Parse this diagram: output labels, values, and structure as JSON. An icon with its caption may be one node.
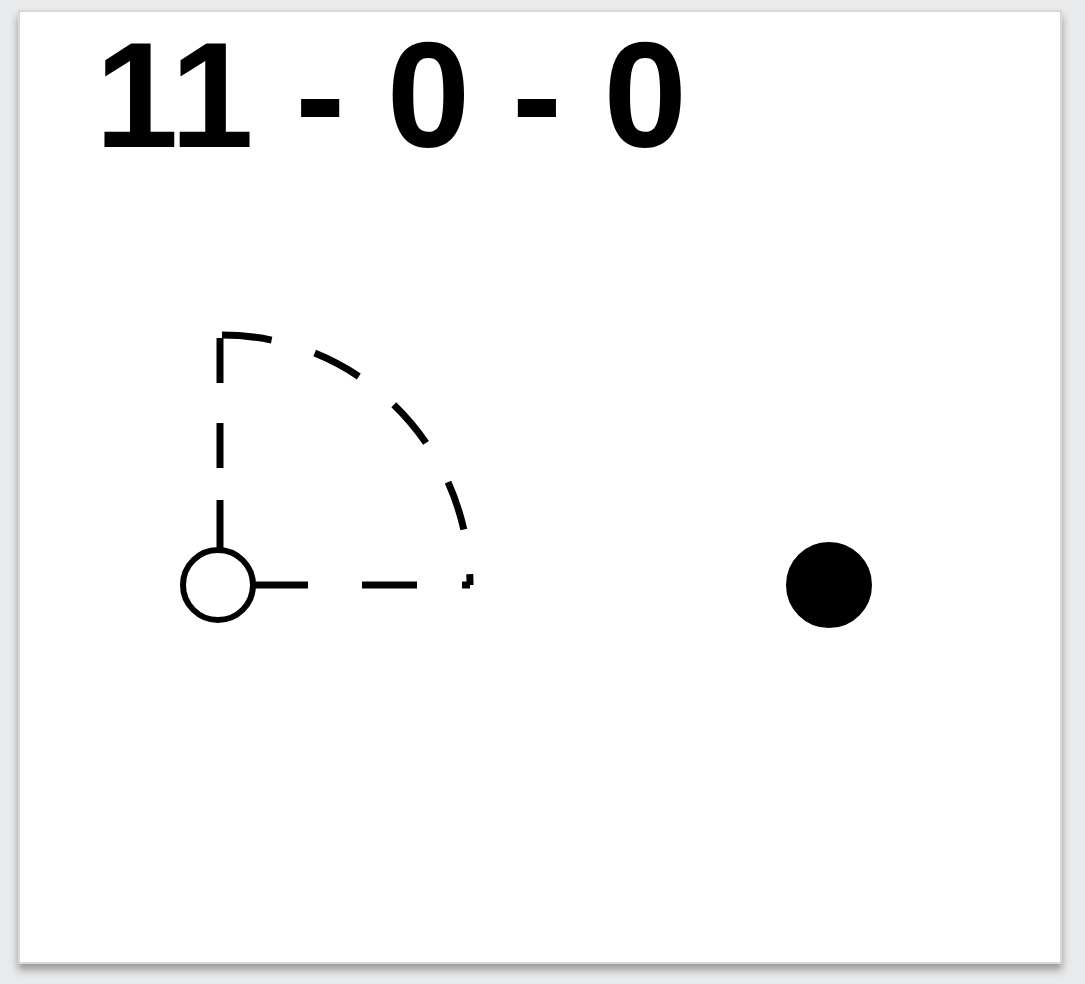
{
  "diagram": {
    "title": "11 - 0 - 0",
    "nodes": [
      {
        "text": [],
        "shape": "circle"
      },
      {
        "text": [],
        "shape": "circle"
      }
    ]
  }
}
